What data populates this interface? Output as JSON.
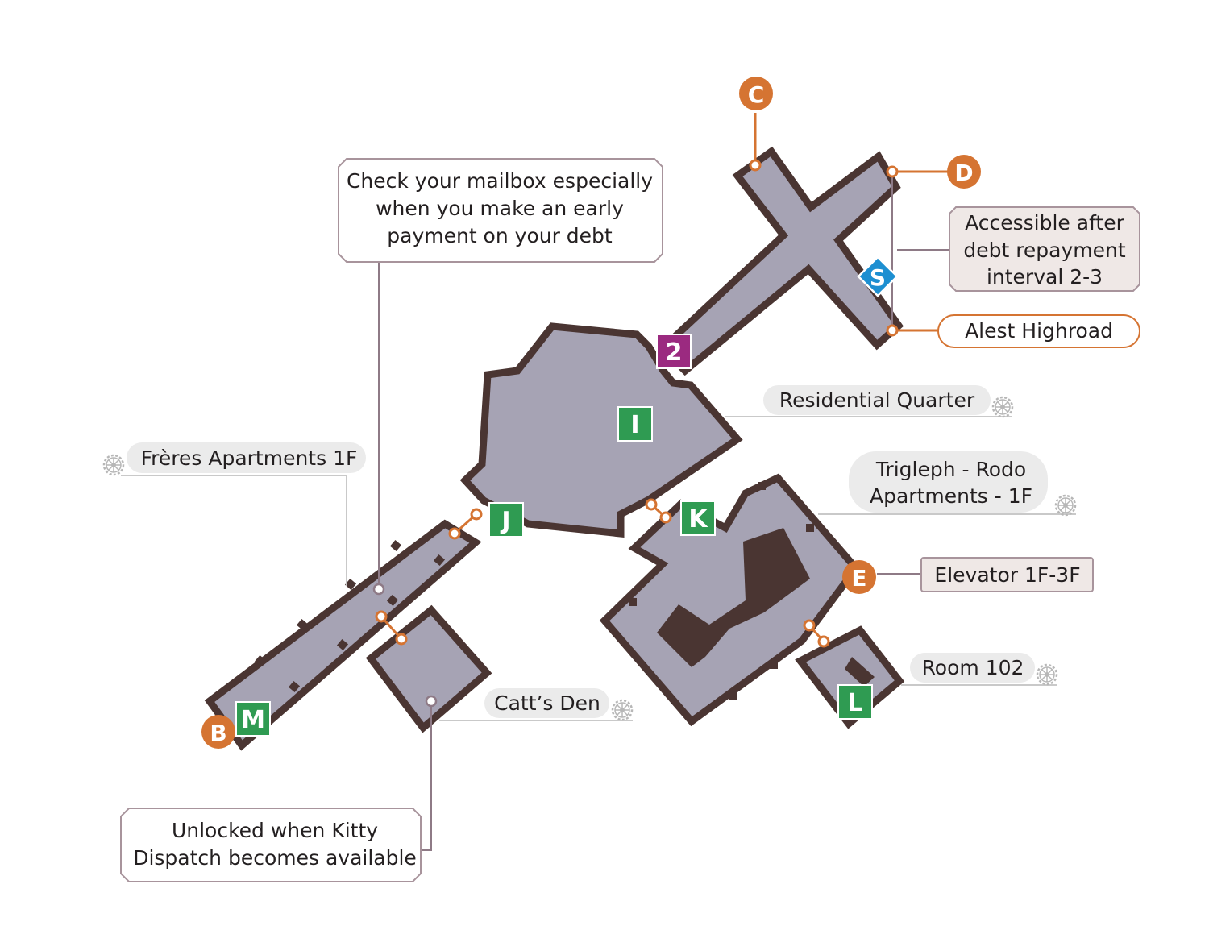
{
  "notes": {
    "mailbox": [
      "Check your mailbox especially",
      "when you make an early",
      "payment on your debt"
    ],
    "repayment": [
      "Accessible after",
      "debt repayment",
      "interval 2-3"
    ],
    "kitty": [
      "Unlocked when Kitty",
      "Dispatch becomes available"
    ]
  },
  "locations": {
    "alest": "Alest Highroad",
    "residential": "Residential Quarter",
    "freres": "Frères Apartments 1F",
    "trigleph": [
      "Trigleph - Rodo",
      "Apartments - 1F"
    ],
    "elevator": "Elevator 1F-3F",
    "room102": "Room 102",
    "catts": "Catt’s Den"
  },
  "markers": {
    "exits": [
      "B",
      "C",
      "D",
      "E"
    ],
    "areas": [
      "I",
      "J",
      "K",
      "L",
      "M"
    ],
    "number": "2",
    "shop": "S"
  },
  "colors": {
    "floor": "#a6a3b4",
    "wall": "#4a3532",
    "exit_marker": "#d57432",
    "area_marker": "#2f9b52",
    "number_marker": "#9b2a80",
    "shop_marker": "#1d8fd1",
    "callout_border": "#a8949c",
    "leader_line": "#8e7a86",
    "icon": "#b7b7b7"
  }
}
